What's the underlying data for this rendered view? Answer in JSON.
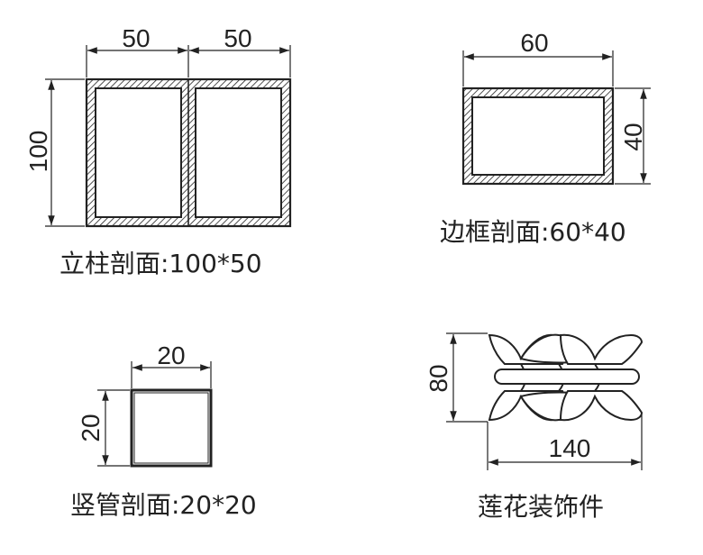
{
  "column_section": {
    "caption": "立柱剖面:100*50",
    "dim_left_width": "50",
    "dim_right_width": "50",
    "dim_height": "100"
  },
  "frame_section": {
    "caption": "边框剖面:60*40",
    "dim_width": "60",
    "dim_height": "40"
  },
  "vertical_tube_section": {
    "caption": "竖管剖面:20*20",
    "dim_width": "20",
    "dim_height": "20"
  },
  "lotus_ornament": {
    "caption": "莲花装饰件",
    "dim_height": "80",
    "dim_width": "140"
  }
}
